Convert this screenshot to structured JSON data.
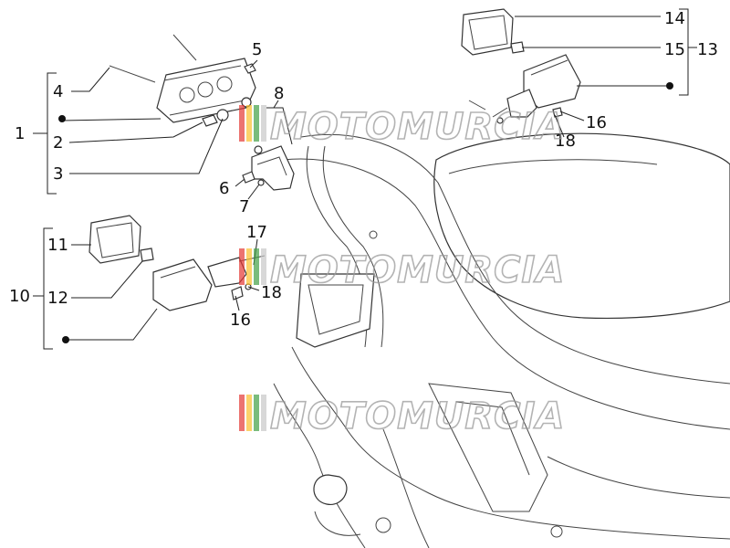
{
  "watermark": {
    "text": "MOTOMURCIA",
    "stripe_colors": [
      "#e53935",
      "#fbc02d",
      "#43a047",
      "#c8c8c8"
    ]
  },
  "callouts": {
    "n1": "1",
    "n2": "2",
    "n3": "3",
    "n4": "4",
    "n5": "5",
    "n6": "6",
    "n7": "7",
    "n8": "8",
    "n10": "10",
    "n11": "11",
    "n12": "12",
    "n13": "13",
    "n14": "14",
    "n15": "15",
    "n16a": "16",
    "n16b": "16",
    "n17": "17",
    "n18a": "18",
    "n18b": "18"
  }
}
